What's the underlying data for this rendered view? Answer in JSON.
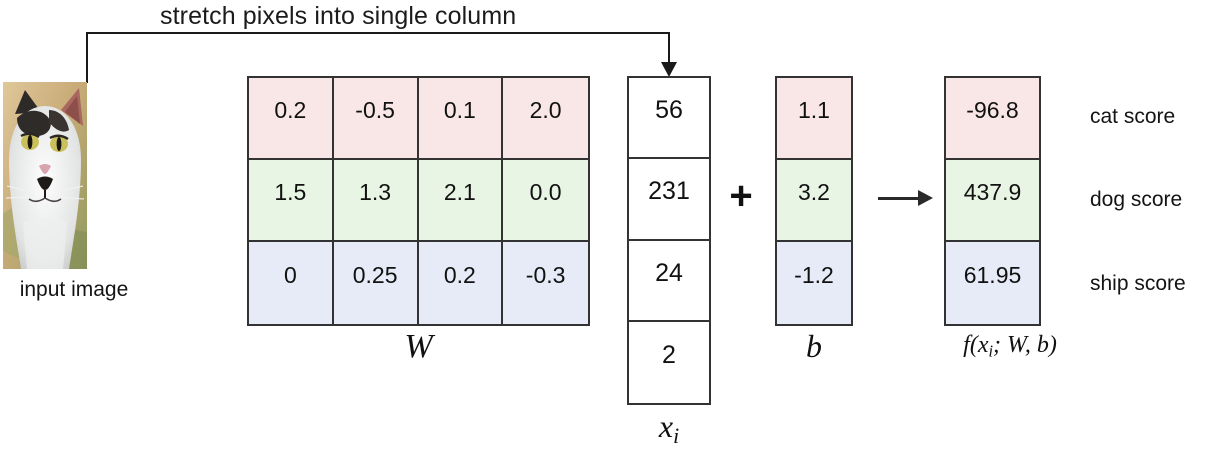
{
  "headline": "stretch pixels into single column",
  "input": {
    "label": "input image",
    "alt": "photo of a cat"
  },
  "colors": {
    "row_cat": "#f9e7e7",
    "row_dog": "#e9f5e4",
    "row_ship": "#e6ebf7",
    "border": "#333333",
    "arrow": "#1a1a1a"
  },
  "weights": {
    "caption": "W",
    "rows": [
      {
        "class": "cat",
        "values": [
          "0.2",
          "-0.5",
          "0.1",
          "2.0"
        ]
      },
      {
        "class": "dog",
        "values": [
          "1.5",
          "1.3",
          "2.1",
          "0.0"
        ]
      },
      {
        "class": "ship",
        "values": [
          "0",
          "0.25",
          "0.2",
          "-0.3"
        ]
      }
    ]
  },
  "input_vector": {
    "caption_main": "x",
    "caption_sub": "i",
    "values": [
      "56",
      "231",
      "24",
      "2"
    ]
  },
  "operator": {
    "plus": "+",
    "arrow": "→"
  },
  "bias": {
    "caption": "b",
    "values": [
      "1.1",
      "3.2",
      "-1.2"
    ]
  },
  "scores": {
    "caption_f": "f(",
    "caption_x": "x",
    "caption_sub": "i",
    "caption_rest": "; W, b)",
    "values": [
      "-96.8",
      "437.9",
      "61.95"
    ],
    "labels": [
      "cat score",
      "dog score",
      "ship score"
    ]
  }
}
